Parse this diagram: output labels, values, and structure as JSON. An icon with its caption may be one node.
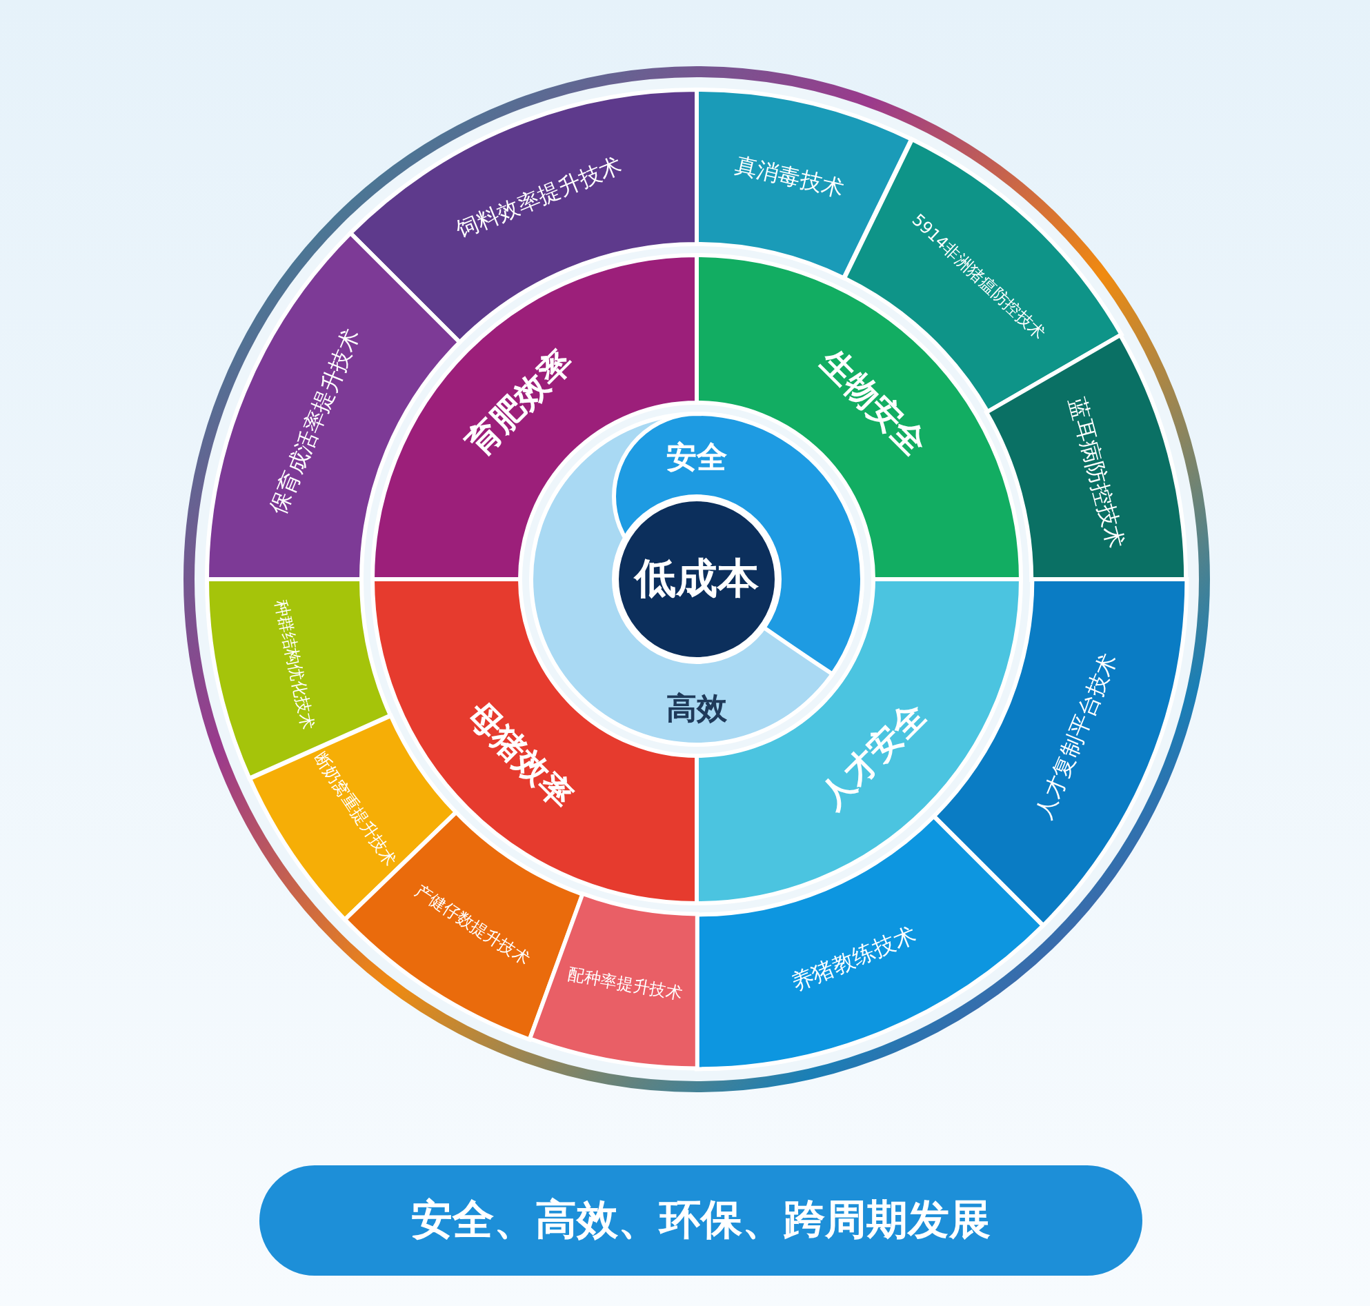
{
  "diagram": {
    "nodes": [
      {
        "text": [
          "高效"
        ]
      },
      {
        "text": [
          "安全"
        ],
        "in": 0
      },
      {
        "text": [
          "低成本"
        ],
        "in": 1
      },
      {
        "text": [
          "育肥效率"
        ]
      },
      {
        "text": [
          "生物安全"
        ]
      },
      {
        "text": [
          "母猪效率"
        ]
      },
      {
        "text": [
          "人才安全"
        ]
      },
      {
        "text": [
          "饲料效率提升技术"
        ]
      },
      {
        "text": [
          "保育成活率提升技术"
        ]
      },
      {
        "text": [
          "真消毒技术"
        ]
      },
      {
        "text": [
          "5914非洲猪瘟防控技术"
        ]
      },
      {
        "text": [
          "蓝耳病防控技术"
        ]
      },
      {
        "text": [
          "人才复制平台技术"
        ]
      },
      {
        "text": [
          "养猪教练技术"
        ]
      },
      {
        "text": [
          "种群结构优化技术"
        ]
      },
      {
        "text": [
          "断奶窝重提升技术"
        ]
      },
      {
        "text": [
          "产健仔数提升技术"
        ]
      },
      {
        "text": [
          "配种率提升技术"
        ]
      },
      {
        "text": [
          "安全、高效、环保、跨周期发展"
        ]
      }
    ],
    "edges": []
  }
}
